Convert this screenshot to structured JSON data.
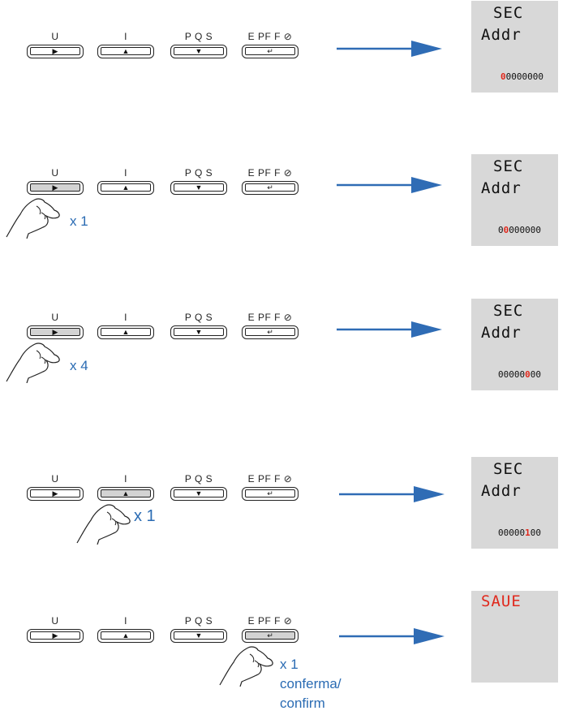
{
  "buttons": [
    {
      "label": "U",
      "glyph": "▶"
    },
    {
      "label": "I",
      "glyph": "▲"
    },
    {
      "label": "P Q S",
      "glyph": "▼"
    },
    {
      "label": "E PF F ⊘",
      "glyph": "↵"
    }
  ],
  "colors": {
    "accent": "#2f6cb5",
    "blink": "#e0281c",
    "display_bg": "#d8d8d8"
  },
  "steps": [
    {
      "display_line1": "SEC",
      "display_line2": "Addr",
      "digits_before": "",
      "digit_blink": "0",
      "digits_after": "0000000",
      "count": ""
    },
    {
      "display_line1": "SEC",
      "display_line2": "Addr",
      "digits_before": "0",
      "digit_blink": "0",
      "digits_after": "000000",
      "count": "x 1"
    },
    {
      "display_line1": "SEC",
      "display_line2": "Addr",
      "digits_before": "00000",
      "digit_blink": "0",
      "digits_after": "00",
      "count": "x 4"
    },
    {
      "display_line1": "SEC",
      "display_line2": "Addr",
      "digits_before": "00000",
      "digit_blink": "1",
      "digits_after": "00",
      "count": "x 1"
    },
    {
      "display_save": "SAUE",
      "count": "x 1",
      "confirm_line1": "conferma/",
      "confirm_line2": "confirm"
    }
  ]
}
